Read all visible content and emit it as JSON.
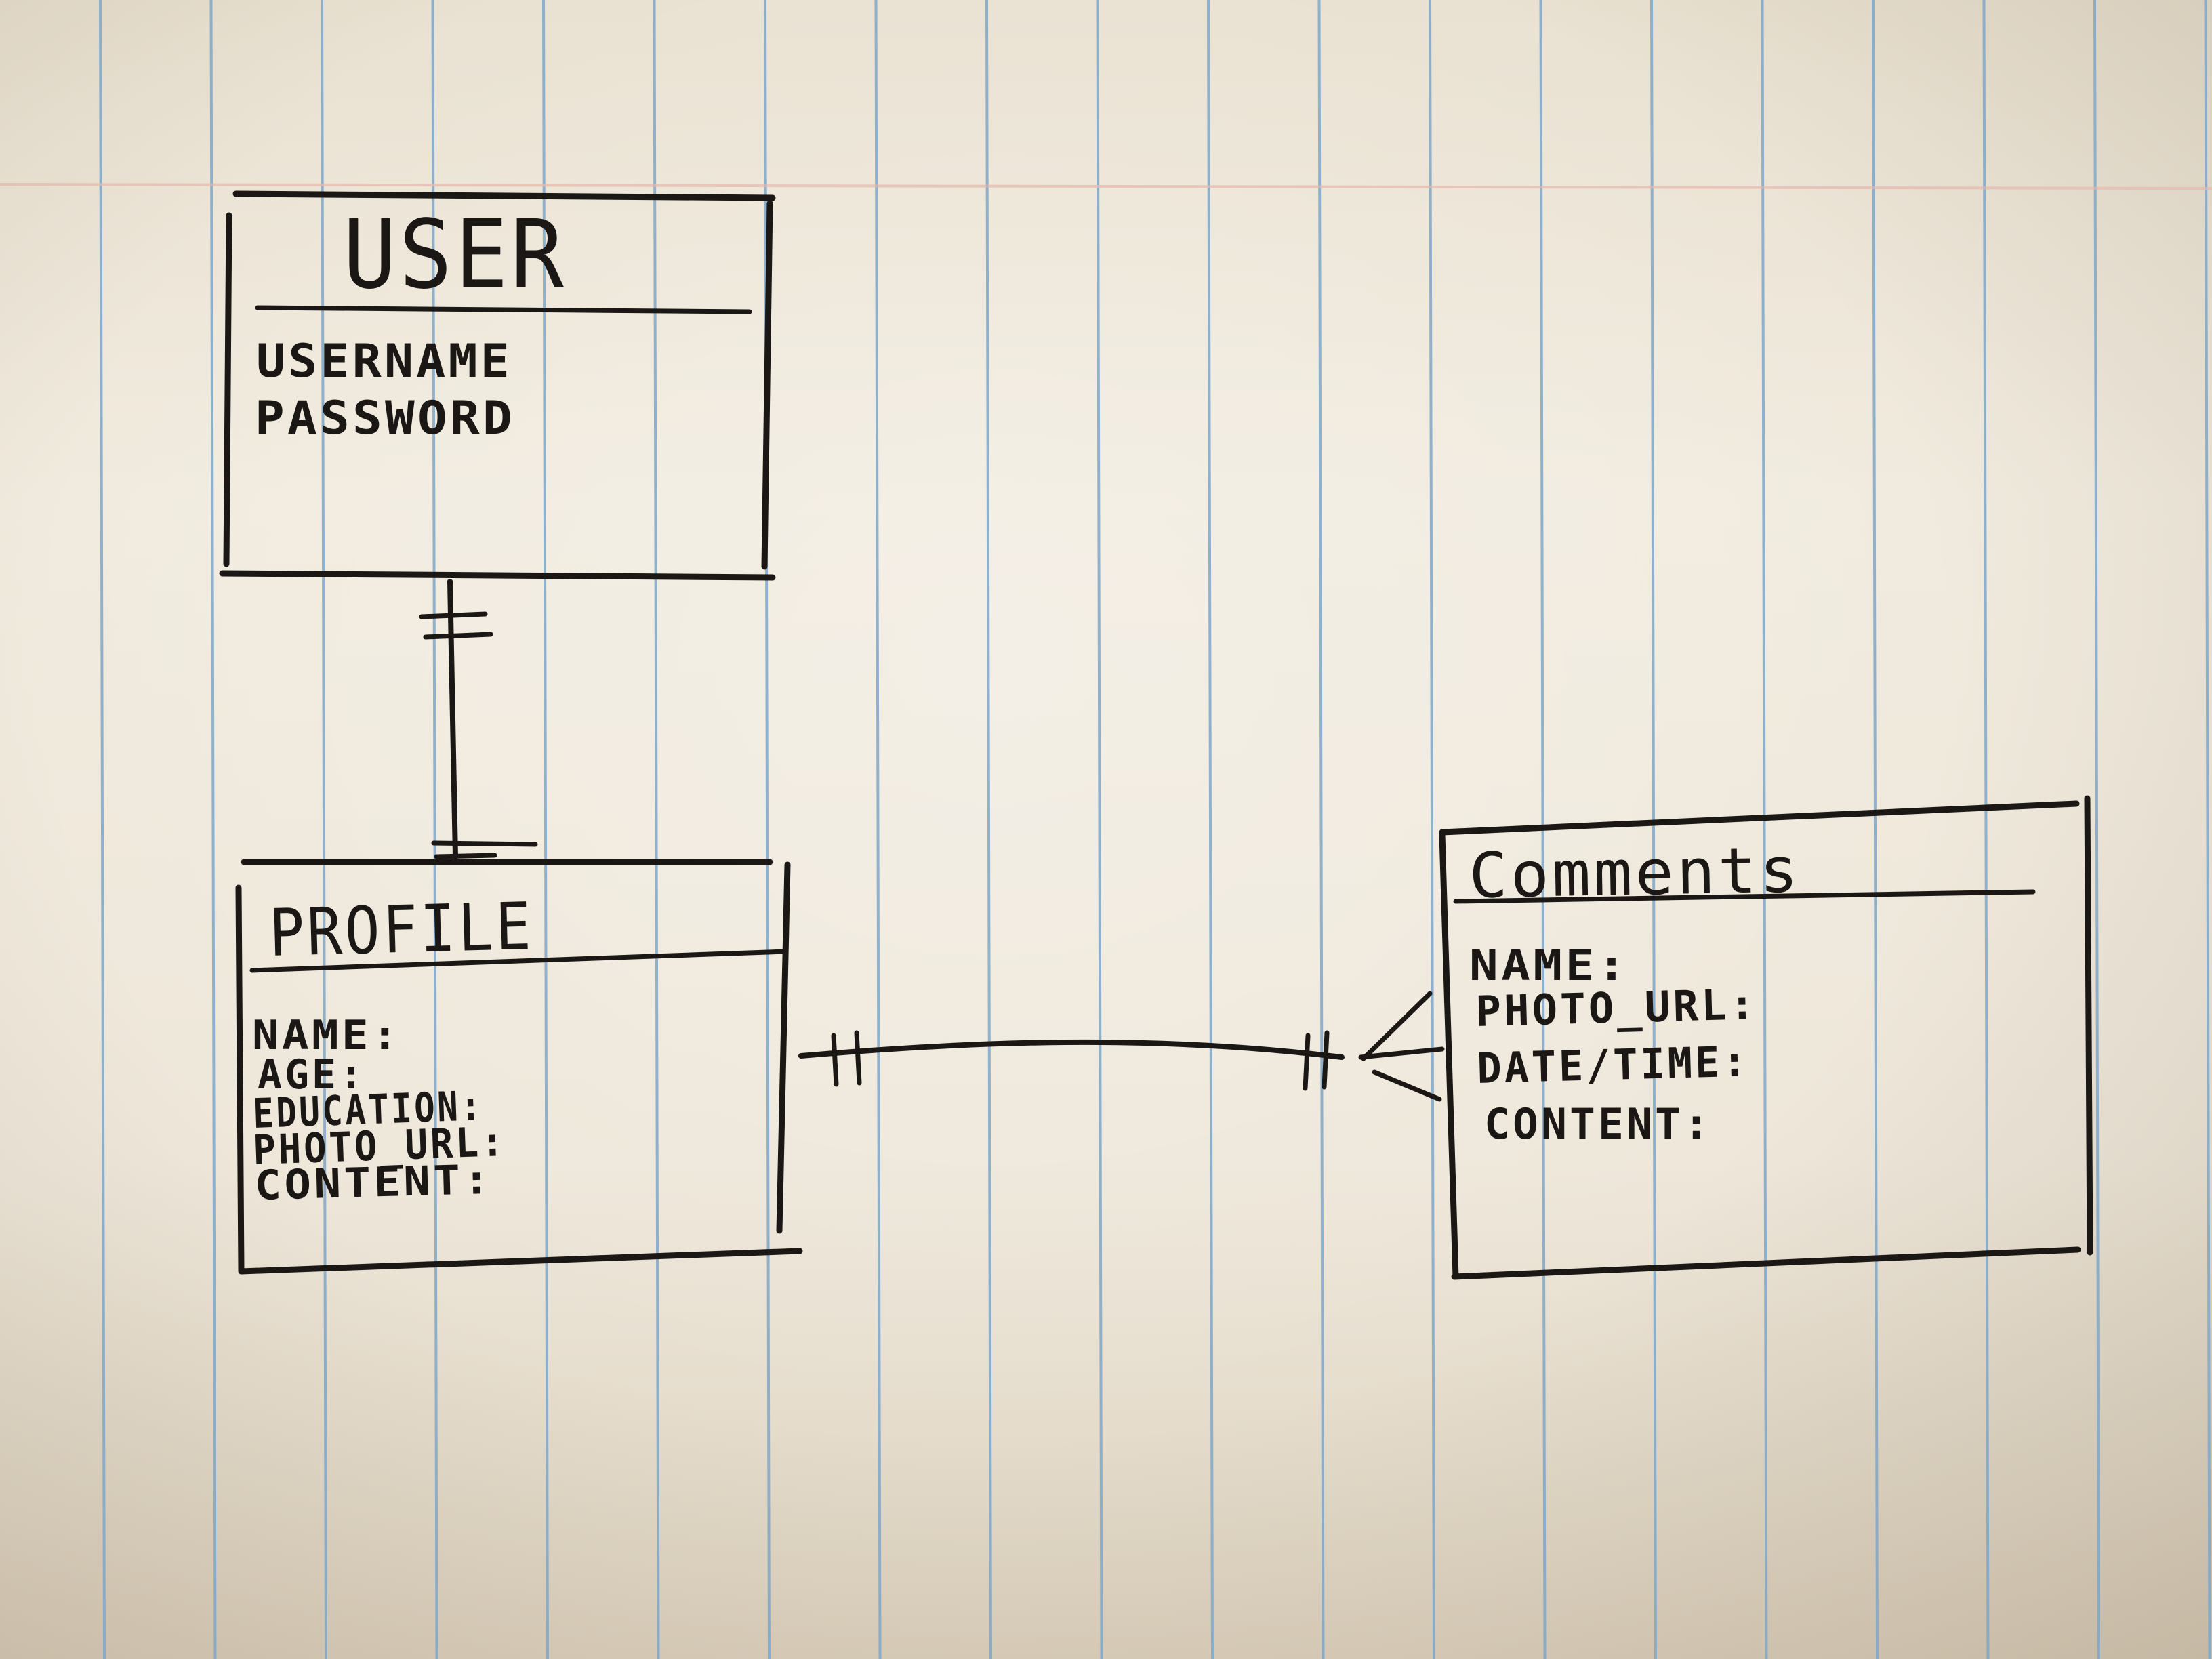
{
  "colors": {
    "paper": "#efe8db",
    "rule_line": "#7fa7c9",
    "margin_line": "#e6b8ad",
    "ink": "#1b1714"
  },
  "entities": {
    "user": {
      "title": "USER",
      "attributes": [
        "USERNAME",
        "PASSWORD"
      ]
    },
    "profile": {
      "title": "PROFILE",
      "attributes": [
        "NAME:",
        "AGE:",
        "EDUCATION:",
        "PHOTO_URL:",
        "CONTENT:"
      ]
    },
    "comments": {
      "title": "Comments",
      "attributes": [
        "NAME:",
        "PHOTO_URL:",
        "DATE/TIME:",
        "CONTENT:"
      ]
    }
  },
  "relationships": [
    {
      "from": "user",
      "to": "profile",
      "from_cardinality": "one-and-only-one",
      "to_cardinality": "one-and-only-one"
    },
    {
      "from": "profile",
      "to": "comments",
      "from_cardinality": "one-and-only-one",
      "to_cardinality": "one-or-many"
    }
  ]
}
